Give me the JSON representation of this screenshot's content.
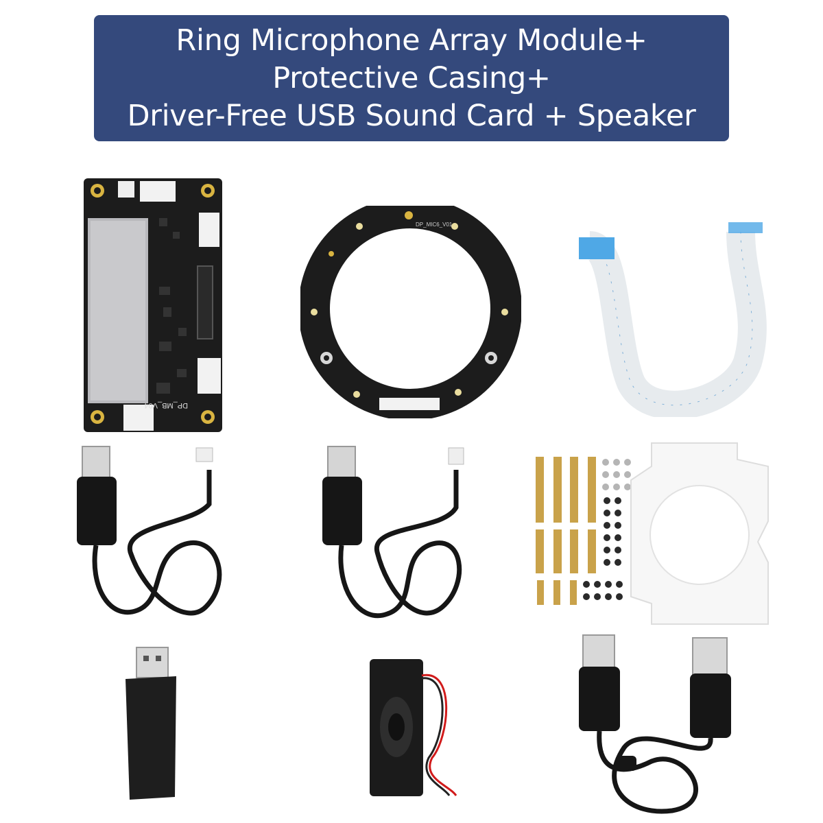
{
  "banner": {
    "line1": "Ring Microphone Array Module+",
    "line2": "Protective Casing+",
    "line3": "Driver-Free USB Sound Card + Speaker",
    "background": "#34497c",
    "text_color": "#ffffff"
  },
  "products": {
    "main_board": {
      "silkscreen": "DP_MB_V04",
      "icon": "circuit-board"
    },
    "ring_array": {
      "silkscreen": "DP_MIC6_V01",
      "icon": "microphone-ring"
    },
    "ffc_cable": {
      "icon": "flat-ribbon-cable"
    },
    "usb_cable_1": {
      "icon": "usb-to-jst-cable"
    },
    "usb_cable_2": {
      "icon": "usb-to-jst-cable"
    },
    "mount_kit": {
      "icon": "brass-standoffs-screws-acrylic-plate"
    },
    "usb_sound_card": {
      "icon": "usb-dongle"
    },
    "speaker": {
      "icon": "speaker"
    },
    "usb_extension": {
      "icon": "usb-extension-cable"
    }
  },
  "colors": {
    "pcb": "#1c1c1c",
    "gold": "#d9b441",
    "brass": "#c9a24a",
    "cable": "#161616",
    "ffc_blue": "#4fa8e6",
    "wire_red": "#d11b1b"
  }
}
